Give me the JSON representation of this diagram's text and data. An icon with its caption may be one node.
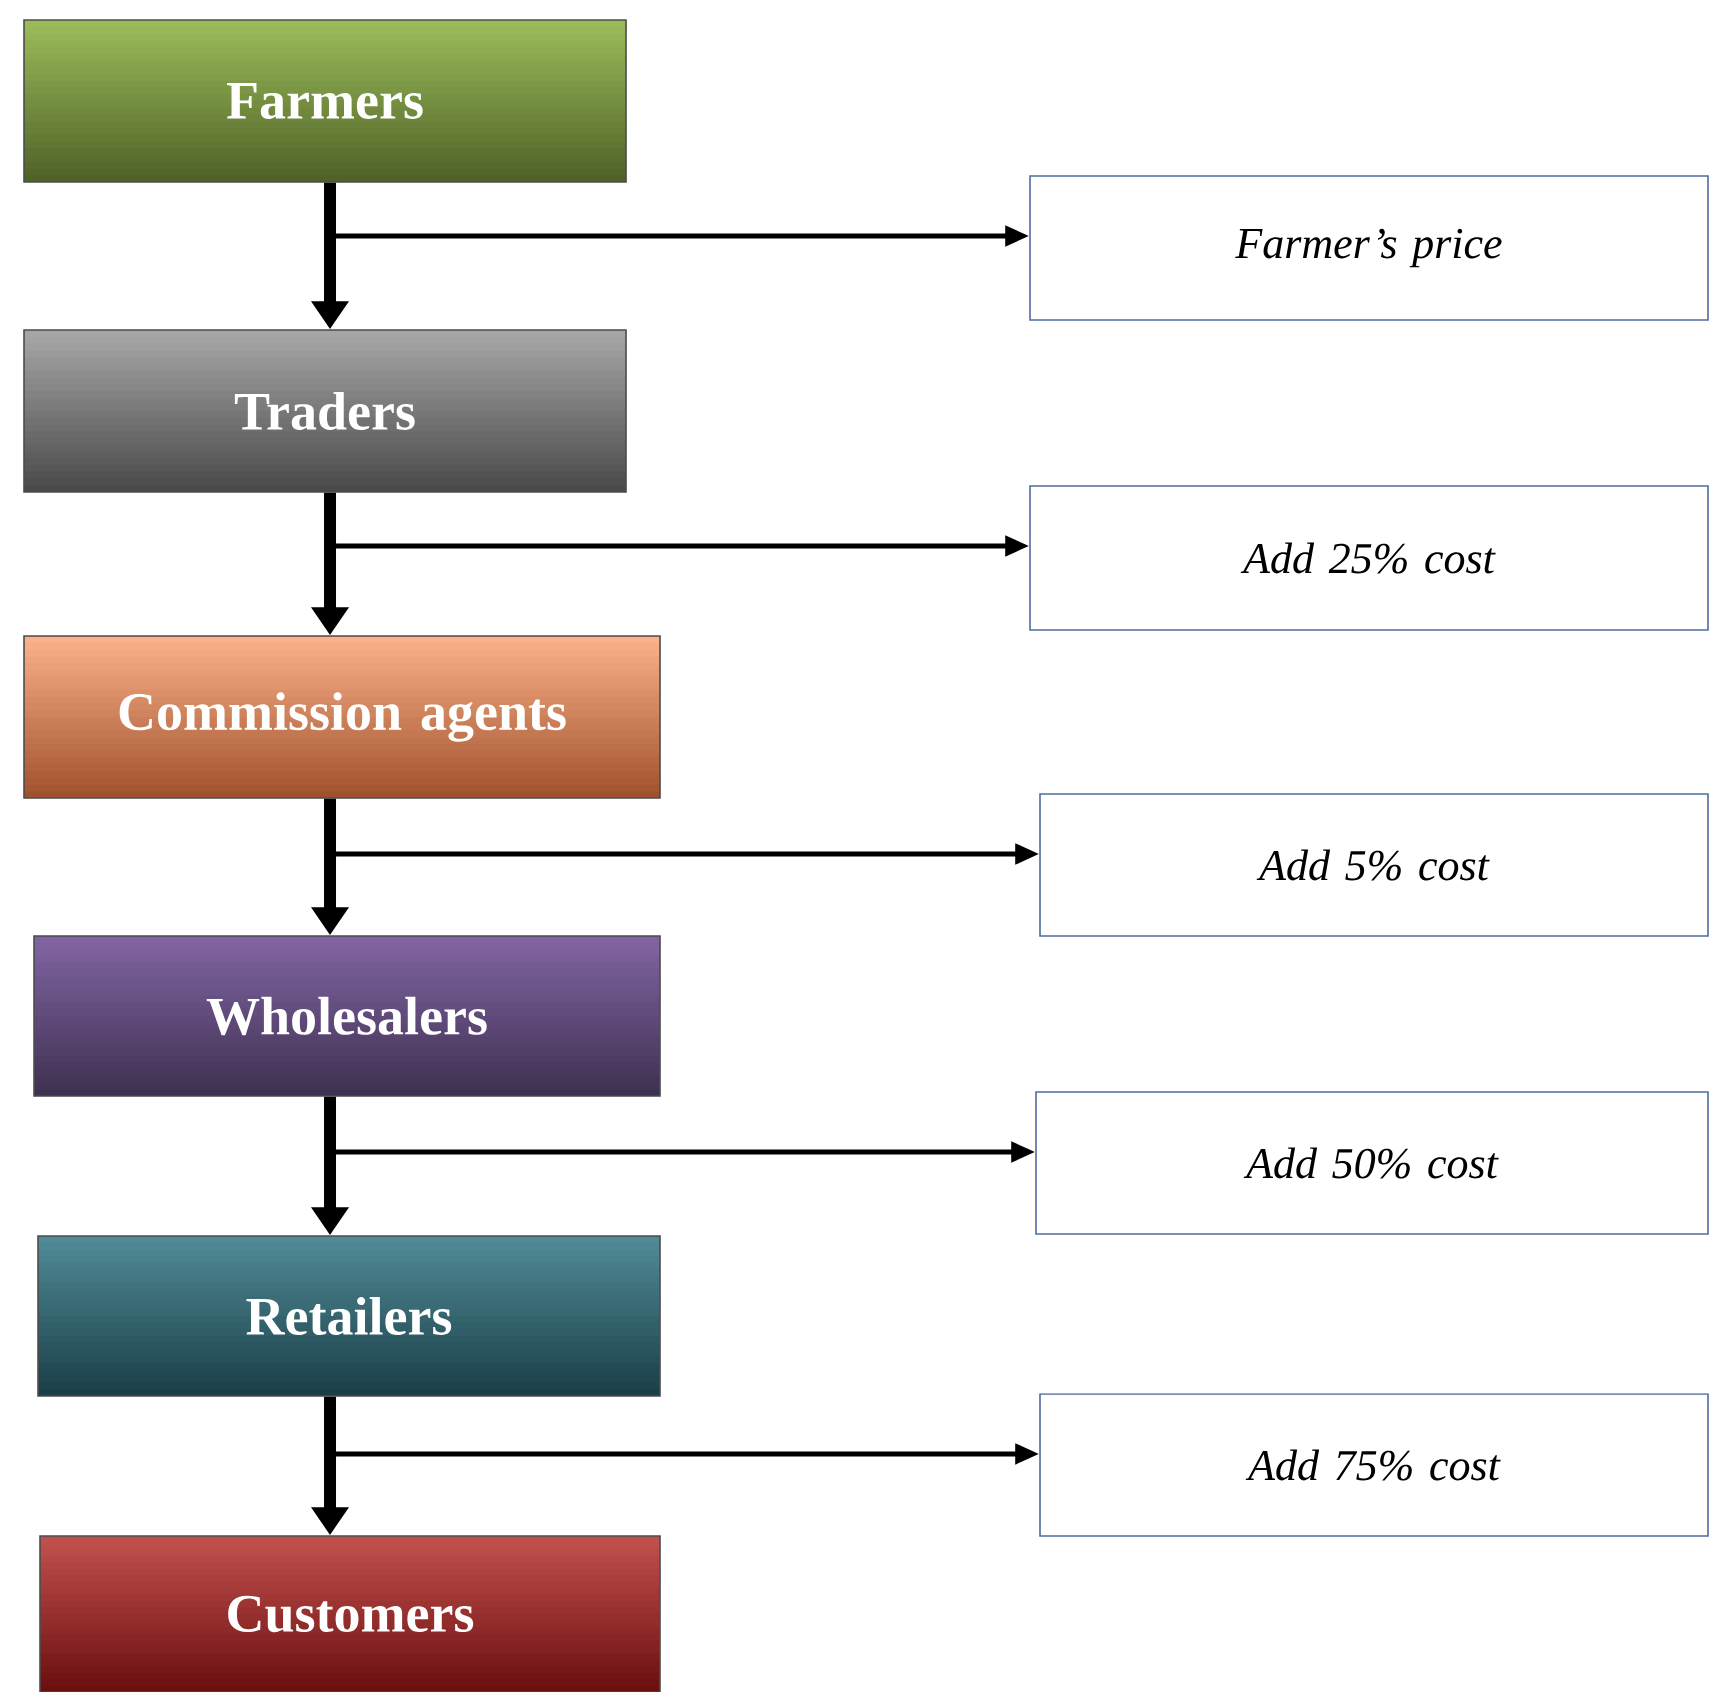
{
  "diagram": {
    "nodes": [
      {
        "text": [
          "Farmers"
        ]
      },
      {
        "text": [
          "Traders"
        ]
      },
      {
        "text": [
          "Commission agents"
        ]
      },
      {
        "text": [
          "Wholesalers"
        ]
      },
      {
        "text": [
          "Retailers"
        ]
      },
      {
        "text": [
          "Customers"
        ]
      },
      {
        "text": [
          "Farmer’s price"
        ]
      },
      {
        "text": [
          "Add 25% cost"
        ]
      },
      {
        "text": [
          "Add 5% cost"
        ]
      },
      {
        "text": [
          "Add 50% cost"
        ]
      },
      {
        "text": [
          "Add 75% cost"
        ]
      }
    ],
    "edges": [
      {
        "from": 0,
        "to": 1,
        "arrow": "to",
        "style": "thick"
      },
      {
        "from": 1,
        "to": 2,
        "arrow": "to",
        "style": "thick"
      },
      {
        "from": 2,
        "to": 3,
        "arrow": "to",
        "style": "thick"
      },
      {
        "from": 3,
        "to": 4,
        "arrow": "to",
        "style": "thick"
      },
      {
        "from": 4,
        "to": 5,
        "arrow": "to",
        "style": "thick"
      },
      {
        "from": null,
        "to": 6,
        "arrow": "to"
      },
      {
        "from": null,
        "to": 7,
        "arrow": "to"
      },
      {
        "from": null,
        "to": 8,
        "arrow": "to"
      },
      {
        "from": null,
        "to": 9,
        "arrow": "to"
      },
      {
        "from": null,
        "to": 10,
        "arrow": "to"
      }
    ]
  }
}
